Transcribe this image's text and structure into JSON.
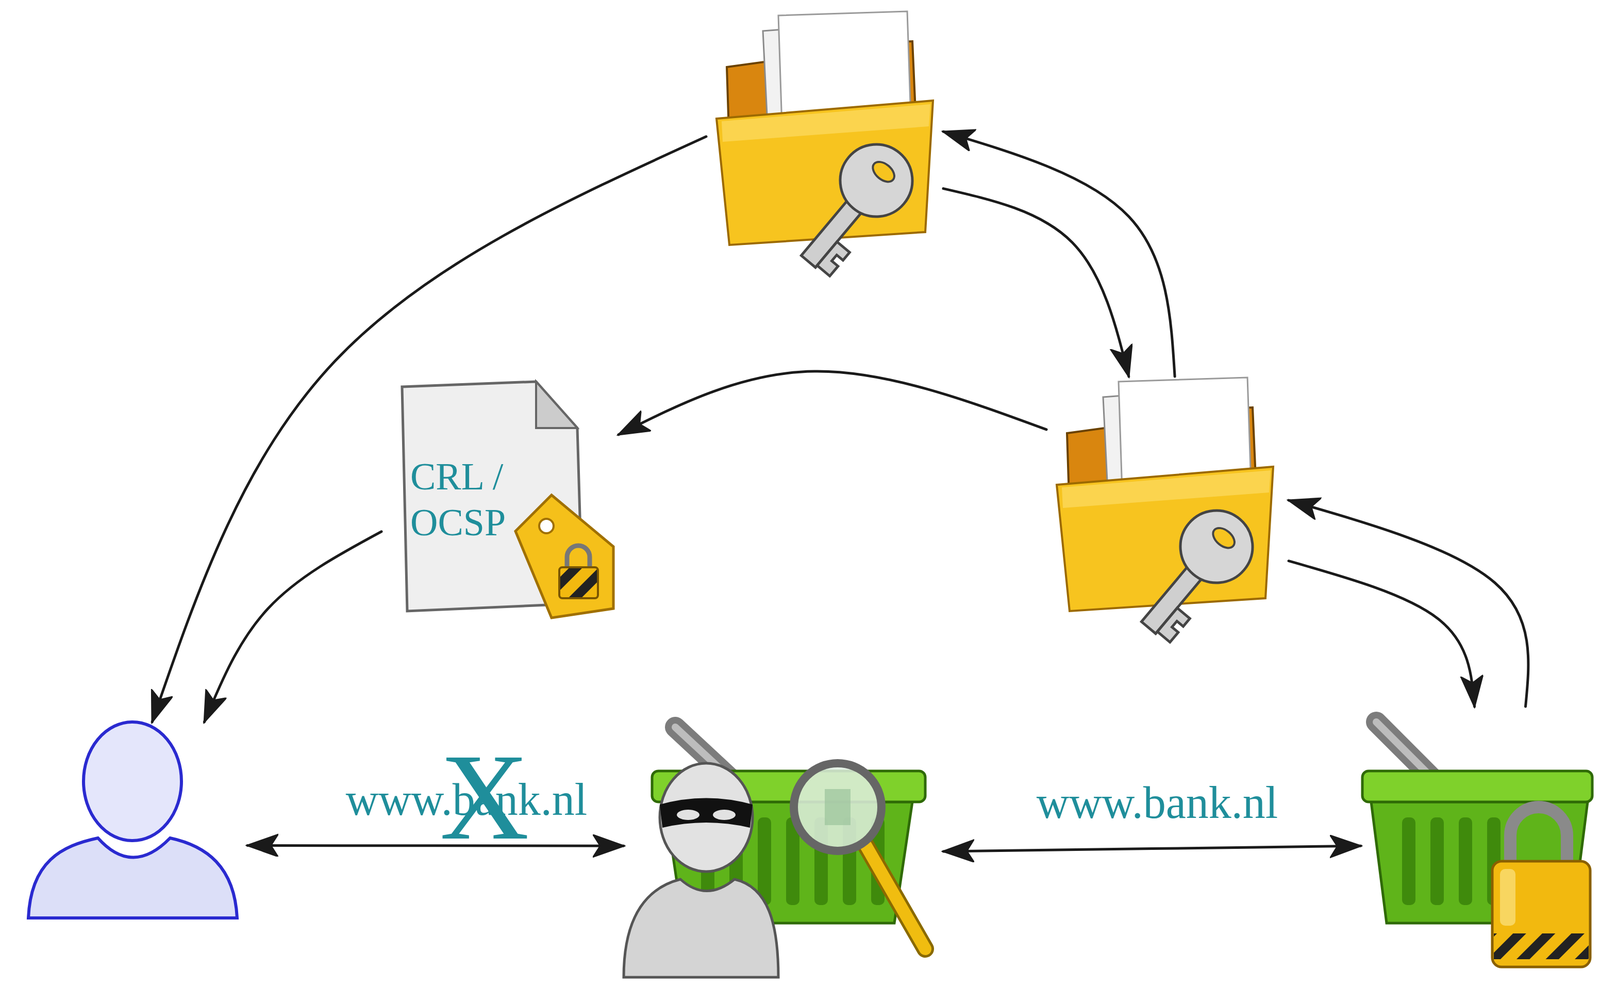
{
  "diagram": {
    "nodes": [
      {
        "text": []
      },
      {
        "text": [
          "CRL / OCSP"
        ]
      },
      {
        "text": []
      },
      {
        "text": []
      },
      {
        "text": []
      },
      {
        "text": []
      }
    ],
    "edges": [
      {
        "from": 0,
        "to": 3,
        "arrow": "to"
      },
      {
        "from": 1,
        "to": 3,
        "arrow": "to"
      },
      {
        "from": 0,
        "to": 2,
        "arrow": "to"
      },
      {
        "from": 2,
        "to": 0,
        "arrow": "to"
      },
      {
        "from": 2,
        "to": 1,
        "arrow": "to"
      },
      {
        "from": 2,
        "to": 5,
        "arrow": "to"
      },
      {
        "from": 5,
        "to": 2,
        "arrow": "to"
      },
      {
        "from": 3,
        "to": 4,
        "label": "www.bank.nl",
        "arrow": "both"
      },
      {
        "from": 4,
        "to": 5,
        "label": "www.bank.nl",
        "arrow": "both"
      }
    ],
    "labels": [
      "X"
    ]
  }
}
